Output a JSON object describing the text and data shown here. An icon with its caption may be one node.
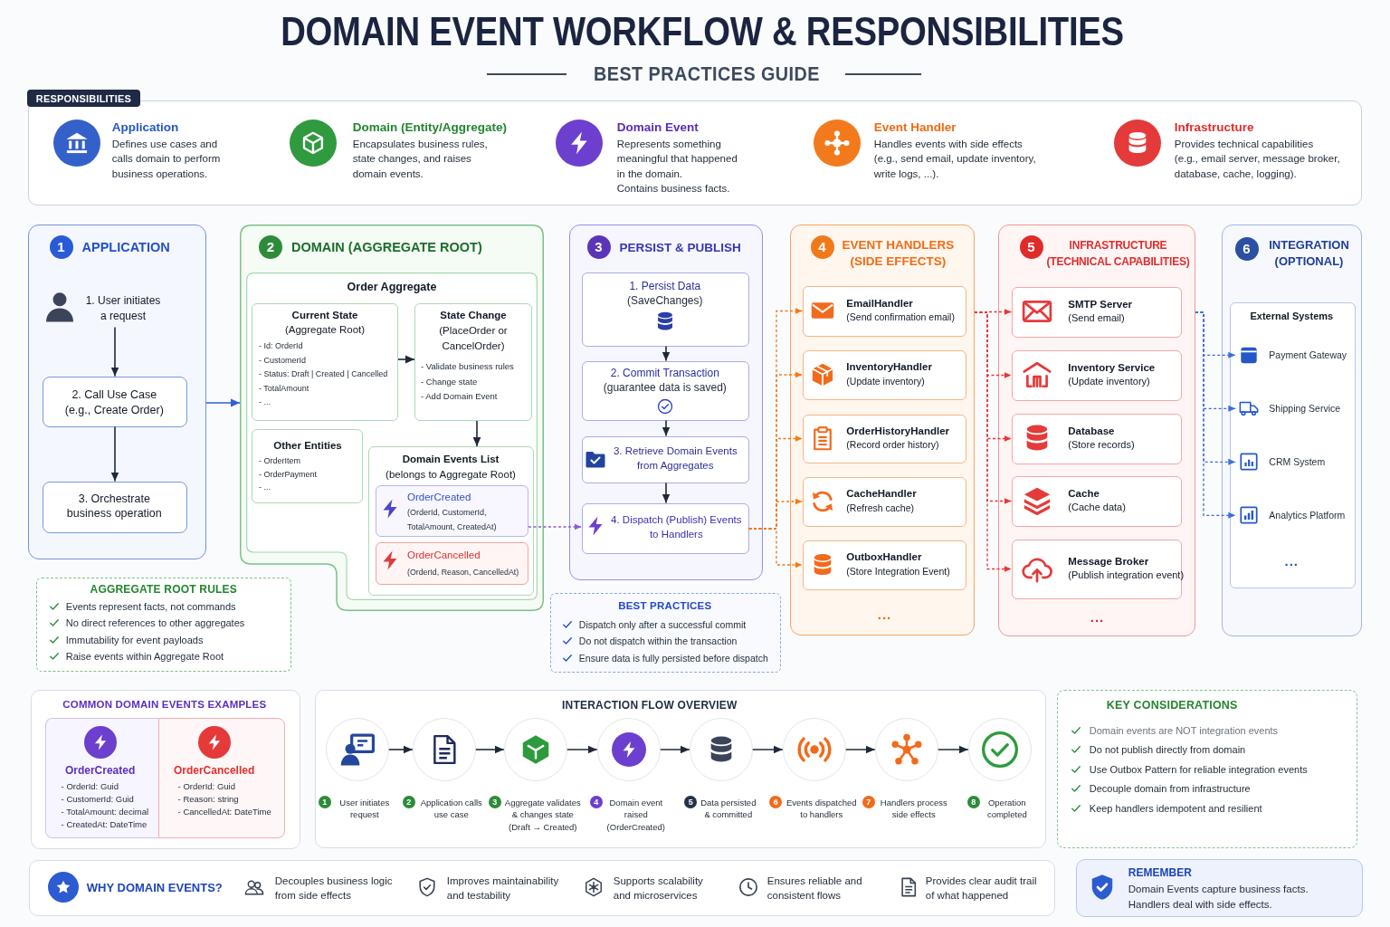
{
  "diagram": {
    "title": "DOMAIN EVENT WORKFLOW & RESPONSIBILITIES",
    "nodes": [
      {
        "text": [
          "RESPONSIBILITIES",
          "Application",
          "Defines use cases and calls domain to perform business operations.",
          "Domain (Entity/Aggregate)",
          "Encapsulates business rules, state changes, and raises domain events.",
          "Domain Event",
          "Represents something meaningful that happened in the domain.",
          "Contains business facts.",
          "Event Handler",
          "Handles events with side effects",
          "(e.g., send email, update inventory, write logs, ...).",
          "Infrastructure",
          "Provides technical capabilities",
          "(e.g., email server, message broker, database, cache, logging)."
        ]
      },
      {
        "text": [
          "1",
          "APPLICATION"
        ]
      },
      {
        "text": [
          "1. User initiates a request"
        ],
        "in": 1
      },
      {
        "text": [
          "2. Call Use Case",
          "(e.g., Create Order)"
        ],
        "in": 1
      },
      {
        "text": [
          "3. Orchestrate business operation"
        ],
        "in": 1
      },
      {
        "text": [
          "2",
          "DOMAIN (AGGREGATE ROOT)"
        ]
      },
      {
        "text": [
          "Order Aggregate"
        ],
        "in": 5
      },
      {
        "text": [
          "Current State",
          "(Aggregate Root)",
          "- Id: OrderId",
          "- CustomerId",
          "- Status: Draft | Created | Cancelled",
          "- TotalAmount",
          "- ..."
        ],
        "in": 6
      },
      {
        "text": [
          "State Change",
          "(PlaceOrder or CancelOrder)",
          "- Validate business rules",
          "- Change state",
          "- Add Domain Event"
        ],
        "in": 6
      },
      {
        "text": [
          "Other Entities",
          "- OrderItem",
          "- OrderPayment",
          "- ..."
        ],
        "in": 6
      },
      {
        "text": [
          "Domain Events List",
          "(belongs to Aggregate Root)"
        ],
        "in": 6
      },
      {
        "text": [
          "OrderCreated",
          "(OrderId, CustomerId, TotalAmount, CreatedAt)"
        ],
        "in": 10
      },
      {
        "text": [
          "OrderCancelled",
          "(OrderId, Reason, CancelledAt)"
        ],
        "in": 10
      },
      {
        "text": [
          "3",
          "PERSIST & PUBLISH"
        ]
      },
      {
        "text": [
          "1. Persist Data",
          "(SaveChanges)"
        ],
        "in": 13
      },
      {
        "text": [
          "2. Commit Transaction",
          "(guarantee data is saved)"
        ],
        "in": 13
      },
      {
        "text": [
          "3. Retrieve Domain Events from Aggregates"
        ],
        "in": 13
      },
      {
        "text": [
          "4. Dispatch (Publish) Events to Handlers"
        ],
        "in": 13
      },
      {
        "text": [
          "4",
          "EVENT HANDLERS (SIDE EFFECTS)",
          "..."
        ]
      },
      {
        "text": [
          "EmailHandler",
          "(Send confirmation email)"
        ],
        "in": 18
      },
      {
        "text": [
          "InventoryHandler",
          "(Update inventory)"
        ],
        "in": 18
      },
      {
        "text": [
          "OrderHistoryHandler",
          "(Record order history)"
        ],
        "in": 18
      },
      {
        "text": [
          "CacheHandler",
          "(Refresh cache)"
        ],
        "in": 18
      },
      {
        "text": [
          "OutboxHandler",
          "(Store Integration Event)"
        ],
        "in": 18
      },
      {
        "text": [
          "5",
          "INFRASTRUCTURE (TECHNICAL CAPABILITIES)",
          "..."
        ]
      },
      {
        "text": [
          "SMTP Server",
          "(Send email)"
        ],
        "in": 24
      },
      {
        "text": [
          "Inventory Service",
          "(Update inventory)"
        ],
        "in": 24
      },
      {
        "text": [
          "Database",
          "(Store records)"
        ],
        "in": 24
      },
      {
        "text": [
          "Cache",
          "(Cache data)"
        ],
        "in": 24
      },
      {
        "text": [
          "Message Broker",
          "(Publish integration event)"
        ],
        "in": 24
      },
      {
        "text": [
          "6",
          "INTEGRATION (OPTIONAL)"
        ]
      },
      {
        "text": [
          "External Systems",
          "..."
        ],
        "in": 30
      },
      {
        "text": [
          "Payment Gateway"
        ],
        "in": 31
      },
      {
        "text": [
          "Shipping Service"
        ],
        "in": 31
      },
      {
        "text": [
          "CRM System"
        ],
        "in": 31
      },
      {
        "text": [
          "Analytics Platform"
        ],
        "in": 31
      },
      {
        "text": [
          "AGGREGATE ROOT RULES",
          "Events represent facts, not commands",
          "No direct references to other aggregates",
          "Immutability for event payloads",
          "Raise events within Aggregate Root"
        ]
      },
      {
        "text": [
          "BEST PRACTICES",
          "Dispatch only after a successful commit",
          "Do not dispatch within the transaction",
          "Ensure data is fully persisted before dispatch"
        ]
      },
      {
        "text": [
          "COMMON DOMAIN EVENTS EXAMPLES"
        ]
      },
      {
        "text": [
          "OrderCreated",
          "- OrderId: Guid",
          "- CustomerId: Guid",
          "- TotalAmount: decimal",
          "- CreatedAt: DateTime"
        ],
        "in": 38
      },
      {
        "text": [
          "OrderCancelled",
          "- OrderId: Guid",
          "- Reason: string",
          "- CancelledAt: DateTime"
        ],
        "in": 38
      },
      {
        "text": [
          "INTERACTION FLOW OVERVIEW"
        ]
      },
      {
        "text": [],
        "shape": "circle",
        "in": 41,
        "beside": [
          "1",
          "User initiates request"
        ]
      },
      {
        "text": [],
        "shape": "circle",
        "in": 41,
        "beside": [
          "2",
          "Application calls use case"
        ]
      },
      {
        "text": [],
        "shape": "circle",
        "in": 41,
        "beside": [
          "3",
          "Aggregate validates & changes state (Draft → Created)"
        ]
      },
      {
        "text": [],
        "shape": "circle",
        "in": 41,
        "beside": [
          "4",
          "Domain event raised (OrderCreated)"
        ]
      },
      {
        "text": [],
        "shape": "circle",
        "in": 41,
        "beside": [
          "5",
          "Data persisted & committed"
        ]
      },
      {
        "text": [],
        "shape": "circle",
        "in": 41,
        "beside": [
          "6",
          "Events dispatched to handlers"
        ]
      },
      {
        "text": [],
        "shape": "circle",
        "in": 41,
        "beside": [
          "7",
          "Handlers process side effects"
        ]
      },
      {
        "text": [],
        "shape": "circle",
        "in": 41,
        "beside": [
          "8",
          "Operation completed"
        ]
      },
      {
        "text": [
          "KEY CONSIDERATIONS",
          "Domain events are NOT integration events",
          "Do not publish directly from domain",
          "Use Outbox Pattern for reliable integration events",
          "Decouple domain from infrastructure",
          "Keep handlers idempotent and resilient"
        ]
      },
      {
        "text": [
          "WHY DOMAIN EVENTS?",
          "Decouples business logic from side effects",
          "Improves maintainability and testability",
          "Supports scalability and microservices",
          "Ensures reliable and consistent flows",
          "Provides clear audit trail of what happened"
        ]
      },
      {
        "text": [
          "REMEMBER",
          "Domain Events capture business facts.",
          "Handlers deal with side effects."
        ]
      }
    ],
    "edges": [
      {
        "from": 2,
        "to": 3,
        "arrow": "to"
      },
      {
        "from": 3,
        "to": 4,
        "arrow": "to"
      },
      {
        "from": 1,
        "to": 5,
        "arrow": "to",
        "color": "#2f5fd0"
      },
      {
        "from": 7,
        "to": 8,
        "arrow": "to"
      },
      {
        "from": 8,
        "to": 10,
        "arrow": "to"
      },
      {
        "from": 11,
        "to": 17,
        "arrow": "to",
        "style": "dashed",
        "color": "#8e5bd6"
      },
      {
        "from": 14,
        "to": 15,
        "arrow": "to"
      },
      {
        "from": 15,
        "to": 16,
        "arrow": "to"
      },
      {
        "from": 16,
        "to": 17,
        "arrow": "to"
      },
      {
        "from": 17,
        "to": 19,
        "arrow": "to",
        "style": "dashed",
        "color": "#f07a1a"
      },
      {
        "from": 17,
        "to": 20,
        "arrow": "to",
        "style": "dashed",
        "color": "#f07a1a"
      },
      {
        "from": 17,
        "to": 21,
        "arrow": "to",
        "style": "dashed",
        "color": "#f07a1a"
      },
      {
        "from": 17,
        "to": 22,
        "arrow": "to",
        "style": "dashed",
        "color": "#f07a1a"
      },
      {
        "from": 17,
        "to": 23,
        "arrow": "to",
        "style": "dashed",
        "color": "#f07a1a"
      },
      {
        "from": 18,
        "to": 25,
        "arrow": "to",
        "style": "dashed",
        "color": "#e53935"
      },
      {
        "from": 18,
        "to": 26,
        "arrow": "to",
        "style": "dashed",
        "color": "#e53935"
      },
      {
        "from": 18,
        "to": 27,
        "arrow": "to",
        "style": "dashed",
        "color": "#e53935"
      },
      {
        "from": 18,
        "to": 28,
        "arrow": "to",
        "style": "dashed",
        "color": "#e53935"
      },
      {
        "from": 18,
        "to": 29,
        "arrow": "to",
        "style": "dashed",
        "color": "#e53935"
      },
      {
        "from": 24,
        "to": 32,
        "arrow": "to",
        "style": "dashed",
        "color": "#3b6fd8"
      },
      {
        "from": 24,
        "to": 33,
        "arrow": "to",
        "style": "dashed",
        "color": "#3b6fd8"
      },
      {
        "from": 24,
        "to": 34,
        "arrow": "to",
        "style": "dashed",
        "color": "#3b6fd8"
      },
      {
        "from": 24,
        "to": 35,
        "arrow": "to",
        "style": "dashed",
        "color": "#3b6fd8"
      },
      {
        "from": 42,
        "to": 43,
        "arrow": "to"
      },
      {
        "from": 43,
        "to": 44,
        "arrow": "to"
      },
      {
        "from": 44,
        "to": 45,
        "arrow": "to"
      },
      {
        "from": 45,
        "to": 46,
        "arrow": "to"
      },
      {
        "from": 46,
        "to": 47,
        "arrow": "to"
      },
      {
        "from": 47,
        "to": 48,
        "arrow": "to"
      },
      {
        "from": 48,
        "to": 49,
        "arrow": "to"
      }
    ],
    "labels": [
      "BEST PRACTICES GUIDE"
    ]
  }
}
